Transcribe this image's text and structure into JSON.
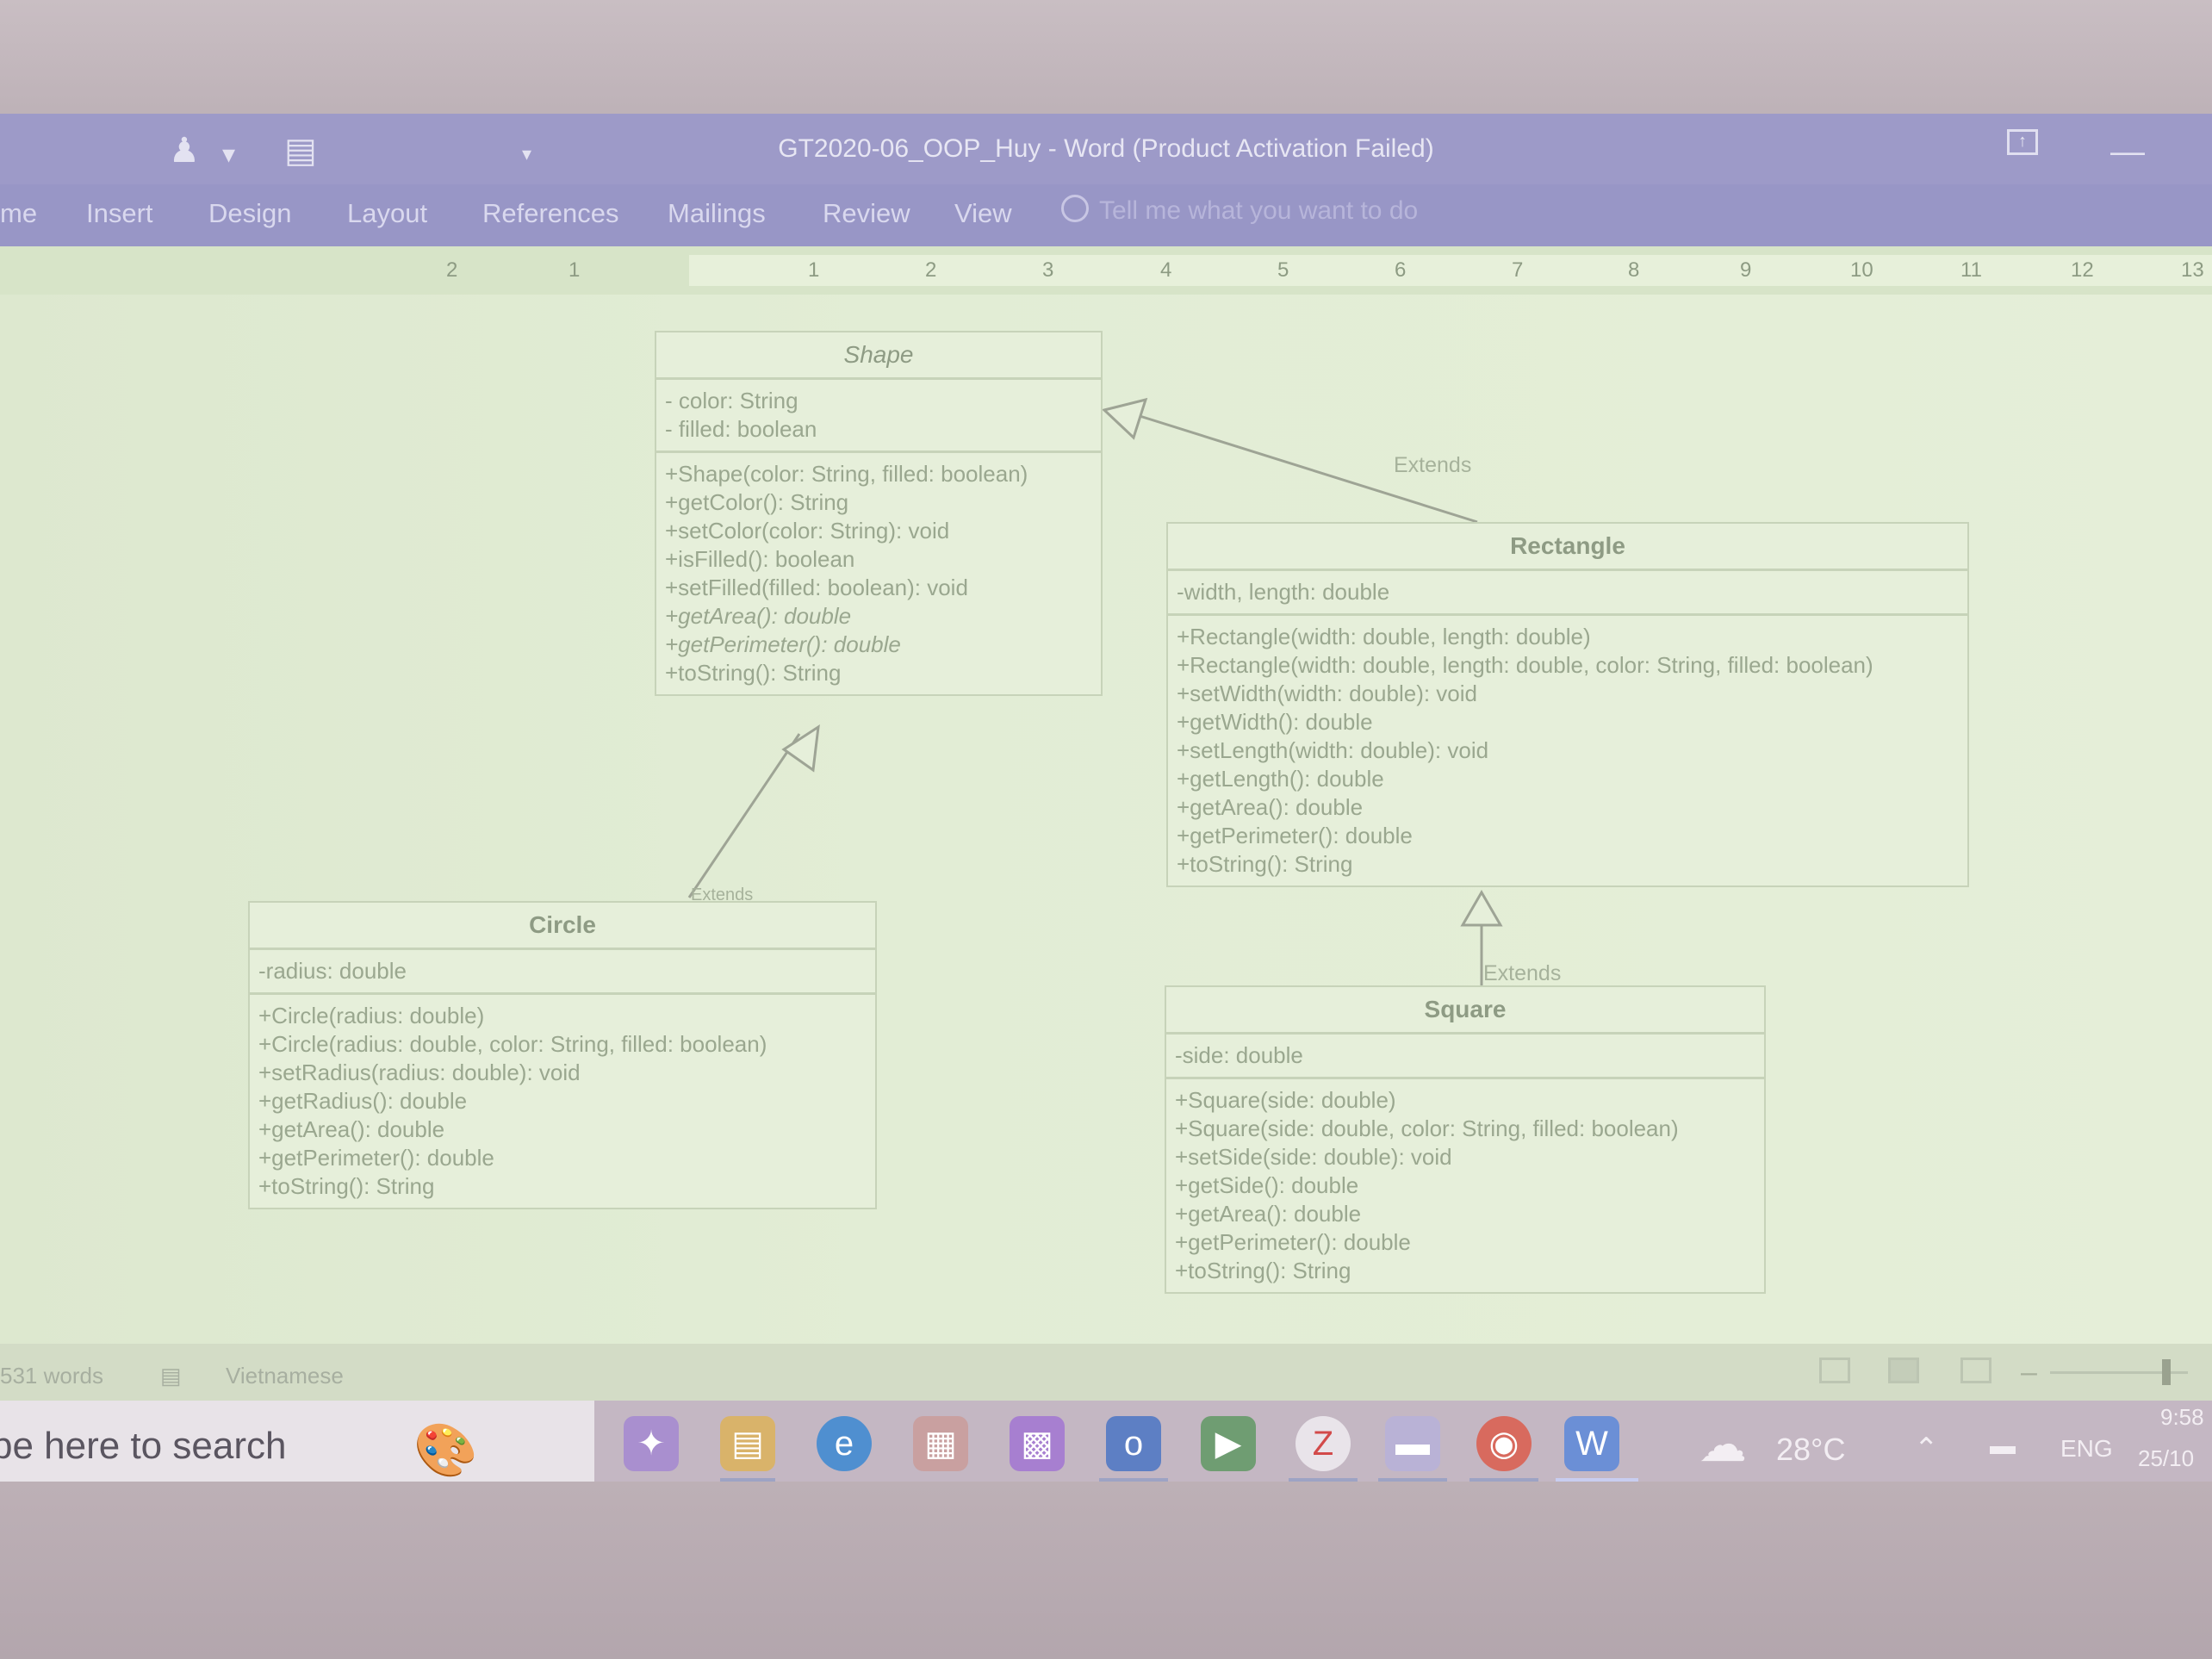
{
  "window": {
    "title": "GT2020-06_OOP_Huy - Word (Product Activation Failed)"
  },
  "ribbon": {
    "tabs": [
      "me",
      "Insert",
      "Design",
      "Layout",
      "References",
      "Mailings",
      "Review",
      "View"
    ],
    "tell_me": "Tell me what you want to do"
  },
  "ruler": {
    "numbers": [
      "2",
      "1",
      "1",
      "2",
      "3",
      "4",
      "5",
      "6",
      "7",
      "8",
      "9",
      "10",
      "11",
      "12",
      "13"
    ]
  },
  "diagram": {
    "shape": {
      "name": "Shape",
      "attributes": [
        "- color: String",
        "- filled: boolean"
      ],
      "methods": [
        "+Shape(color: String, filled: boolean)",
        "+getColor(): String",
        "+setColor(color: String): void",
        "+isFilled(): boolean",
        "+setFilled(filled: boolean): void",
        "+getArea(): double",
        "+getPerimeter(): double",
        "+toString(): String"
      ]
    },
    "rectangle": {
      "name": "Rectangle",
      "attributes": [
        "-width, length: double"
      ],
      "methods": [
        "+Rectangle(width: double, length: double)",
        "+Rectangle(width: double, length: double, color: String, filled: boolean)",
        "+setWidth(width: double): void",
        "+getWidth(): double",
        "+setLength(width: double): void",
        "+getLength(): double",
        "+getArea(): double",
        "+getPerimeter(): double",
        "+toString(): String"
      ]
    },
    "circle": {
      "name": "Circle",
      "attributes": [
        "-radius: double"
      ],
      "methods": [
        "+Circle(radius: double)",
        "+Circle(radius: double, color: String, filled: boolean)",
        "+setRadius(radius: double): void",
        "+getRadius(): double",
        "+getArea(): double",
        "+getPerimeter(): double",
        "+toString(): String"
      ]
    },
    "square": {
      "name": "Square",
      "attributes": [
        "-side: double"
      ],
      "methods": [
        "+Square(side: double)",
        "+Square(side: double, color: String, filled: boolean)",
        "+setSide(side: double): void",
        "+getSide(): double",
        "+getArea(): double",
        "+getPerimeter(): double",
        "+toString(): String"
      ]
    },
    "relations": {
      "rect_to_shape": "Extends",
      "circle_to_shape": "Extends",
      "square_to_rect": "Extends"
    }
  },
  "statusbar": {
    "words": "531 words",
    "language": "Vietnamese"
  },
  "taskbar": {
    "search_text": "pe here to search",
    "temperature": "28°C",
    "input_lang": "ENG",
    "time": "9:58",
    "date": "25/10"
  }
}
